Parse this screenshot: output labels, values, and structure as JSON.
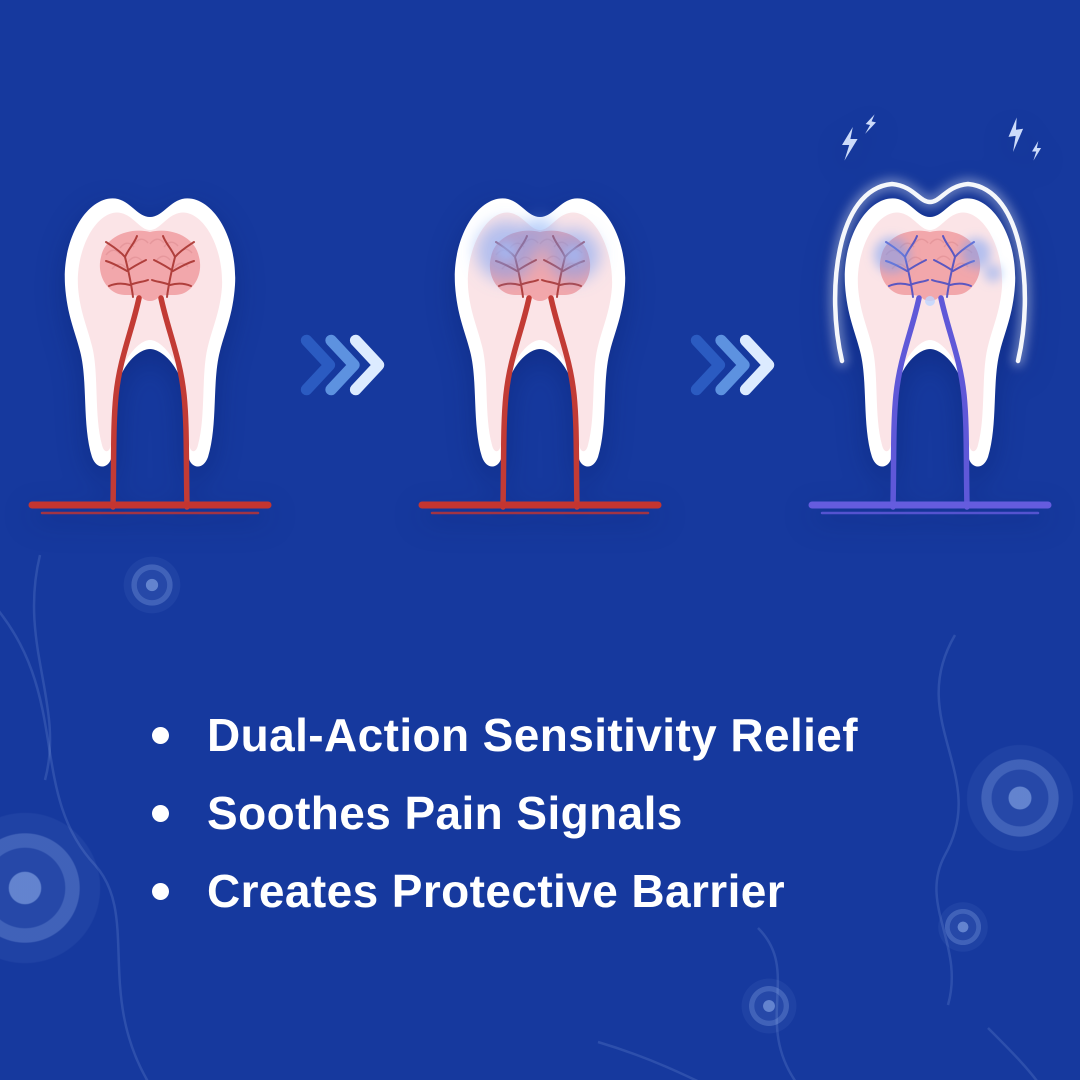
{
  "colors": {
    "bg": "#16399E",
    "text": "#FFFFFF",
    "tooth": "#FFFFFF",
    "dentin": "#FBE4E7",
    "pulp": "#F2A7AB",
    "pulp-line": "#DC8A90",
    "nerve-red": "#A93430",
    "canal-red": "#C23B35",
    "base-red": "#C53530",
    "nerve-purple": "#4B4FC4",
    "canal-purple": "#5F58D8",
    "base-purple": "#655CDE",
    "pain-glow": "#6D9BF5",
    "glow-white": "#FFFFFF",
    "spark-blue": "#D6E4FF",
    "arrow-dark": "#2E5FC4",
    "arrow-mid": "#5D92E0",
    "arrow-light": "#DCEBFF"
  },
  "diagram": {
    "stages": [
      {
        "icon": "tooth-cross-section-healthy"
      },
      {
        "icon": "tooth-cross-section-pain-signals"
      },
      {
        "icon": "tooth-cross-section-protected-barrier"
      }
    ],
    "arrow_icon": "triple-chevron-right"
  },
  "bullets": {
    "items": [
      "Dual-Action Sensitivity Relief",
      "Soothes Pain Signals",
      "Creates Protective Barrier"
    ]
  }
}
